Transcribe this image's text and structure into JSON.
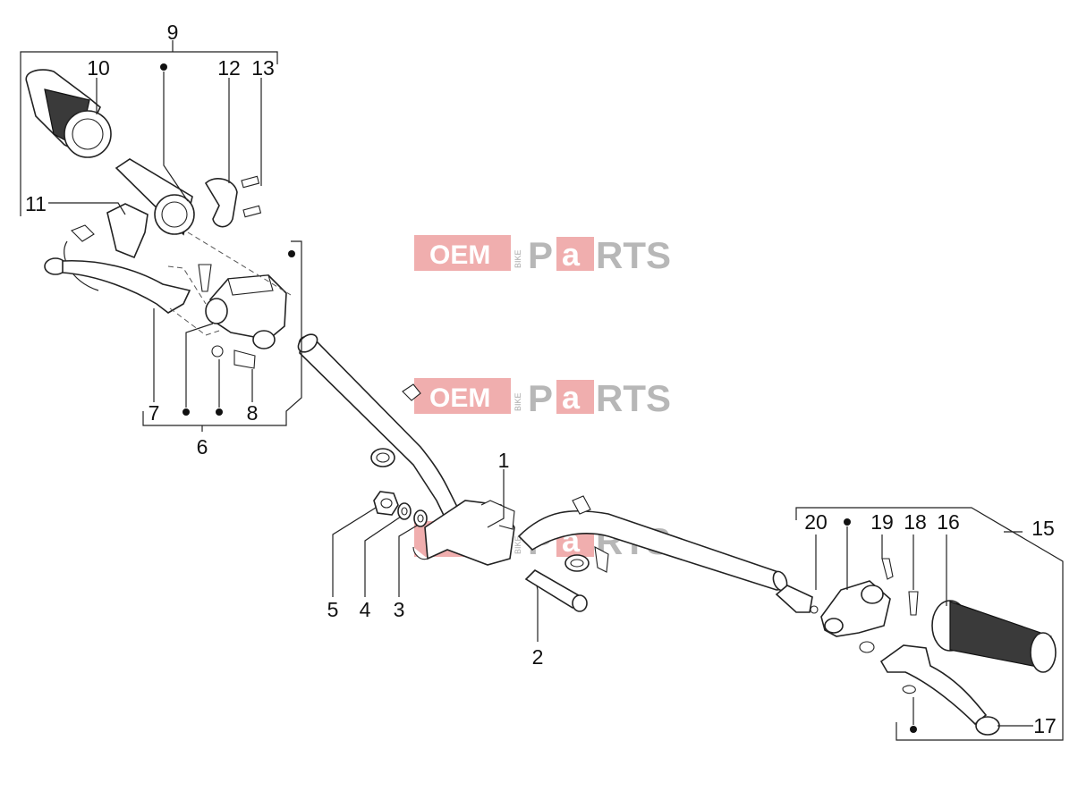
{
  "diagram": {
    "callouts": [
      "1",
      "2",
      "3",
      "4",
      "5",
      "6",
      "7",
      "8",
      "9",
      "10",
      "11",
      "12",
      "13",
      "15",
      "16",
      "17",
      "18",
      "19",
      "20"
    ],
    "watermark": {
      "left": "OEM",
      "vertical": "BIKE",
      "p": "P",
      "a": "a",
      "rest": "RTS"
    }
  }
}
